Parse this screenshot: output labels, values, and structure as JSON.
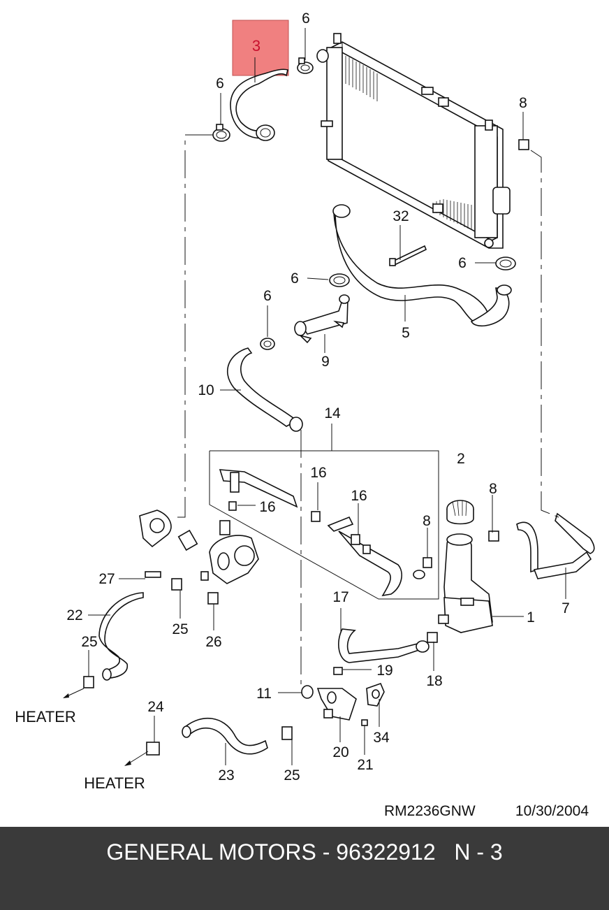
{
  "callouts": {
    "c1": "1",
    "c2": "2",
    "c3": "3",
    "c5": "5",
    "c6a": "6",
    "c6b": "6",
    "c6c": "6",
    "c6d": "6",
    "c6e": "6",
    "c7": "7",
    "c8a": "8",
    "c8b": "8",
    "c8c": "8",
    "c9": "9",
    "c10": "10",
    "c11": "11",
    "c14": "14",
    "c16a": "16",
    "c16b": "16",
    "c16c": "16",
    "c17": "17",
    "c18": "18",
    "c19": "19",
    "c20": "20",
    "c21": "21",
    "c22": "22",
    "c23": "23",
    "c24": "24",
    "c25a": "25",
    "c25b": "25",
    "c25c": "25",
    "c26": "26",
    "c27": "27",
    "c32": "32",
    "c34": "34"
  },
  "heater_labels": {
    "upper": "HEATER",
    "lower": "HEATER"
  },
  "reference": {
    "code": "RM2236GNW",
    "date": "10/30/2004"
  },
  "footer": {
    "text": "GENERAL MOTORS - 96322912   N - 3"
  },
  "highlight": {
    "part": "3",
    "fill": "#f08080",
    "text_color": "#c8102e"
  }
}
